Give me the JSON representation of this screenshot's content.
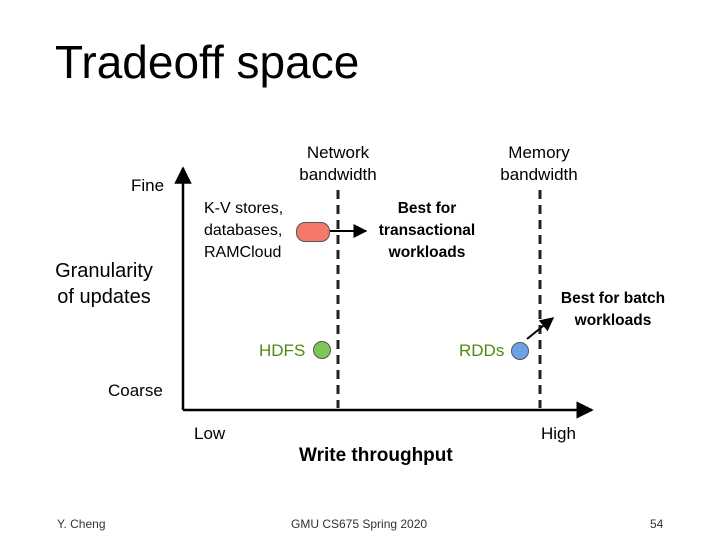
{
  "title": "Tradeoff space",
  "y_axis": {
    "label_line1": "Granularity",
    "label_line2": "of updates",
    "top": "Fine",
    "bottom": "Coarse"
  },
  "x_axis": {
    "label": "Write throughput",
    "left": "Low",
    "right": "High"
  },
  "boundaries": [
    {
      "line1": "Network",
      "line2": "bandwidth"
    },
    {
      "line1": "Memory",
      "line2": "bandwidth"
    }
  ],
  "points": {
    "kv": {
      "line1": "K-V stores,",
      "line2": "databases,",
      "line3": "RAMCloud",
      "color": "#f4796b"
    },
    "hdfs": {
      "label": "HDFS",
      "color": "#7cc65a"
    },
    "rdds": {
      "label": "RDDs",
      "color": "#6ea0e8"
    }
  },
  "annotations": {
    "transactional": {
      "line1": "Best for",
      "line2": "transactional",
      "line3": "workloads"
    },
    "batch": {
      "line1": "Best for batch",
      "line2": "workloads"
    }
  },
  "footer": {
    "left": "Y. Cheng",
    "center": "GMU CS675 Spring 2020",
    "page": "54"
  }
}
